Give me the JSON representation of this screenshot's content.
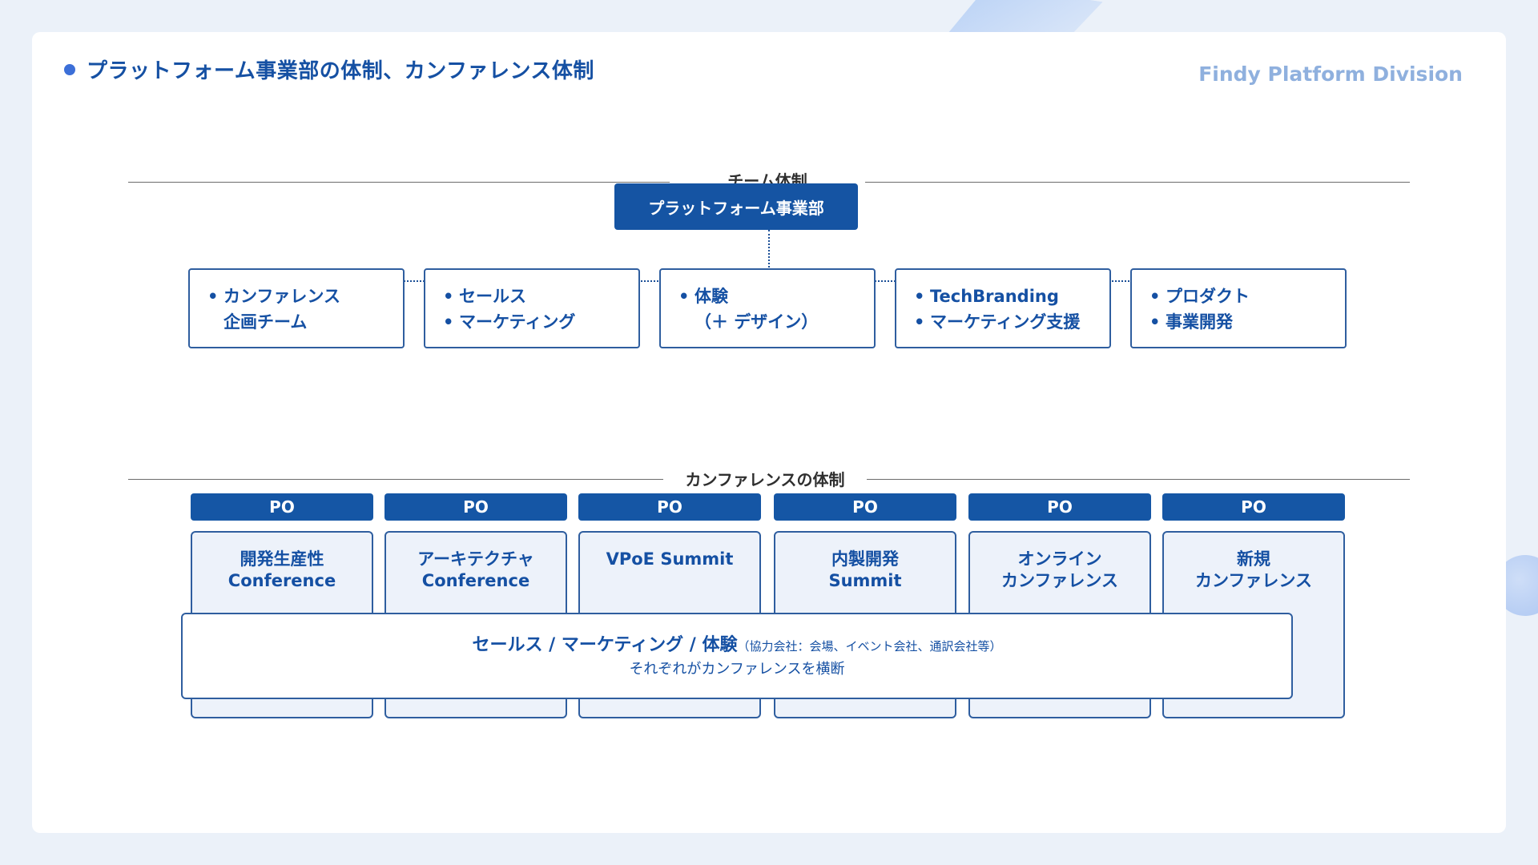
{
  "header": {
    "title": "プラットフォーム事業部の体制、カンファレンス体制",
    "brand": "Findy Platform Division"
  },
  "team_section": {
    "label": "チーム体制",
    "top_unit": "プラットフォーム事業部",
    "teams": [
      {
        "lines": [
          "カンファレンス",
          "企画チーム"
        ],
        "bullets": [
          true,
          false
        ]
      },
      {
        "lines": [
          "セールス",
          "マーケティング"
        ],
        "bullets": [
          true,
          true
        ]
      },
      {
        "lines": [
          "体験",
          "（＋ デザイン）"
        ],
        "bullets": [
          true,
          false
        ]
      },
      {
        "lines": [
          "TechBranding",
          "マーケティング支援"
        ],
        "bullets": [
          true,
          true
        ]
      },
      {
        "lines": [
          "プロダクト",
          "事業開発"
        ],
        "bullets": [
          true,
          true
        ]
      }
    ]
  },
  "conference_section": {
    "label": "カンファレンスの体制",
    "conferences": [
      {
        "role": "PO",
        "name_lines": [
          "開発生産性",
          "Conference"
        ]
      },
      {
        "role": "PO",
        "name_lines": [
          "アーキテクチャ",
          "Conference"
        ]
      },
      {
        "role": "PO",
        "name_lines": [
          "VPoE Summit"
        ]
      },
      {
        "role": "PO",
        "name_lines": [
          "内製開発",
          "Summit"
        ]
      },
      {
        "role": "PO",
        "name_lines": [
          "オンライン",
          "カンファレンス"
        ]
      },
      {
        "role": "PO",
        "name_lines": [
          "新規",
          "カンファレンス"
        ]
      }
    ],
    "shared": {
      "title": "セールス / マーケティング / 体験",
      "note": "（協力会社：会場、イベント会社、通訳会社等）",
      "subtitle": "それぞれがカンファレンスを横断"
    }
  },
  "colors": {
    "primary": "#1554a3",
    "border": "#2f5e9f",
    "card_fill": "#edf2fa",
    "background": "#ebf1f9",
    "brand_text": "#8fb0de"
  }
}
